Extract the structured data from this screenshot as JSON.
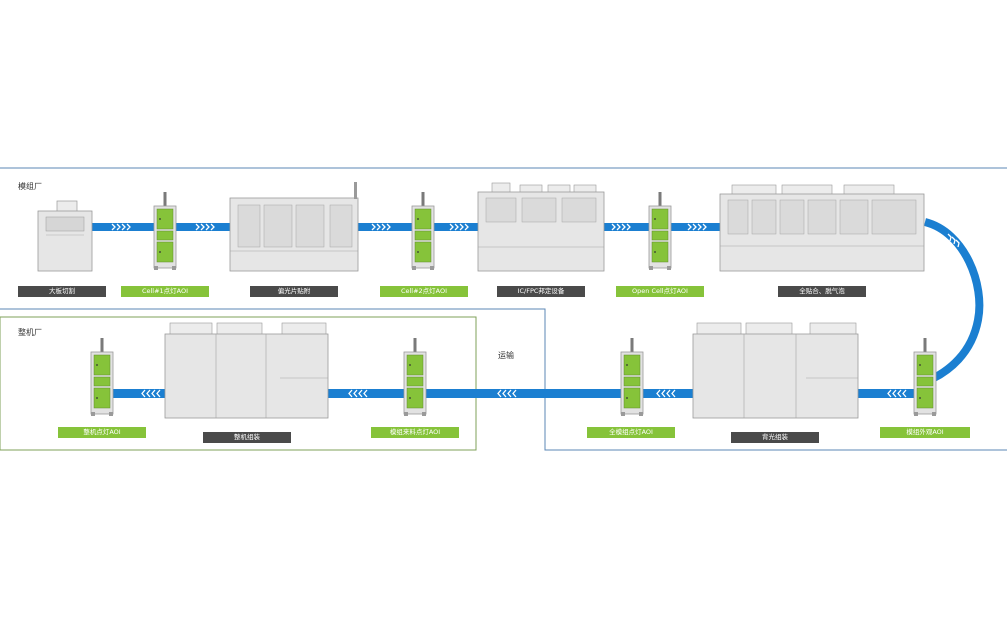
{
  "colors": {
    "belt": "#1b7fd1",
    "aoi_green": "#86c33a",
    "frame_blue": "#5b87b5",
    "frame_green": "#7fa05a",
    "dark_label": "#4a4a4a"
  },
  "zones": {
    "module_factory": "模组厂",
    "assembly_factory": "整机厂",
    "transport": "运输"
  },
  "stations": {
    "s1": "大板切割",
    "s2": "Cell#1点灯AOI",
    "s3": "偏光片贴附",
    "s4": "Cell#2点灯AOI",
    "s5": "IC/FPC邦定设备",
    "s6": "Open Cell点灯AOI",
    "s7": "全贴合、脱气泡",
    "s8": "模组外观AOI",
    "s9": "背光组装",
    "s10": "全模组点灯AOI",
    "s11": "模组来料点灯AOI",
    "s12": "整机组装",
    "s13": "整机点灯AOI"
  },
  "icons": {
    "belt_arrows": "chevron-arrows-icon",
    "aoi": "aoi-cabinet-icon",
    "machine": "production-machine-icon"
  }
}
